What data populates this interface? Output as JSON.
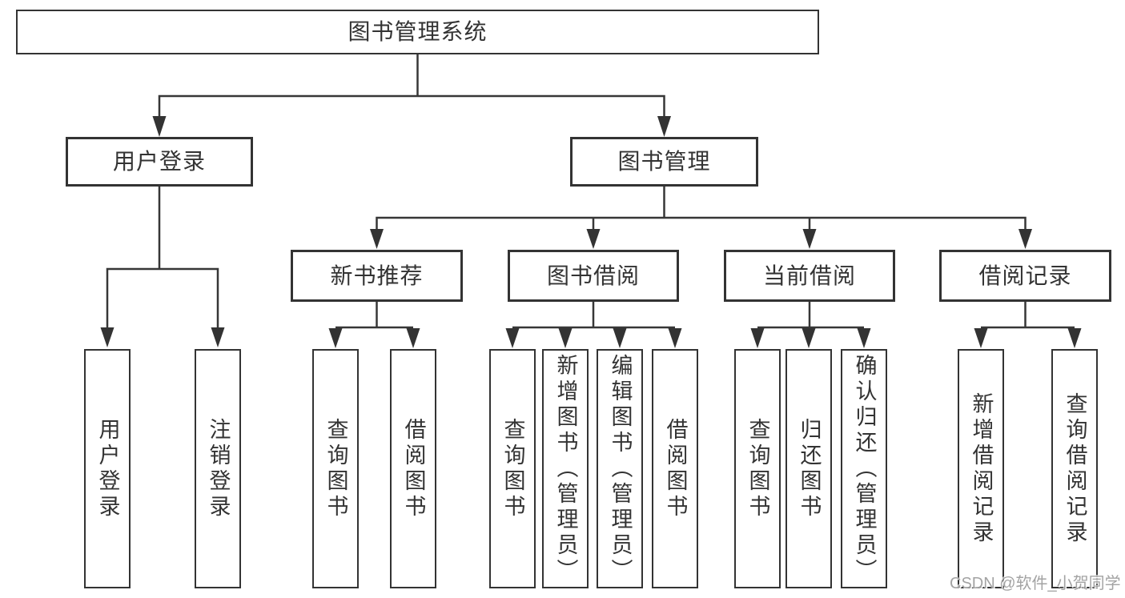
{
  "tree": {
    "label": "图书管理系统",
    "children": [
      {
        "label": "用户登录",
        "children": [
          {
            "label": "用户登录"
          },
          {
            "label": "注销登录"
          }
        ]
      },
      {
        "label": "图书管理",
        "children": [
          {
            "label": "新书推荐",
            "children": [
              {
                "label": "查询图书"
              },
              {
                "label": "借阅图书"
              }
            ]
          },
          {
            "label": "图书借阅",
            "children": [
              {
                "label": "查询图书"
              },
              {
                "label": "新增图书（管理员）"
              },
              {
                "label": "编辑图书（管理员）"
              },
              {
                "label": "借阅图书"
              }
            ]
          },
          {
            "label": "当前借阅",
            "children": [
              {
                "label": "查询图书"
              },
              {
                "label": "归还图书"
              },
              {
                "label": "确认归还（管理员）"
              }
            ]
          },
          {
            "label": "借阅记录",
            "children": [
              {
                "label": "新增借阅记录"
              },
              {
                "label": "查询借阅记录"
              }
            ]
          }
        ]
      }
    ]
  },
  "watermark": "CSDN @软件_小贺同学",
  "colors": {
    "line": "#373737",
    "box_border": "#333333",
    "box_fill": "#ffffff",
    "text": "#333333",
    "watermark": "#a3a3a3",
    "background": "#ffffff"
  }
}
